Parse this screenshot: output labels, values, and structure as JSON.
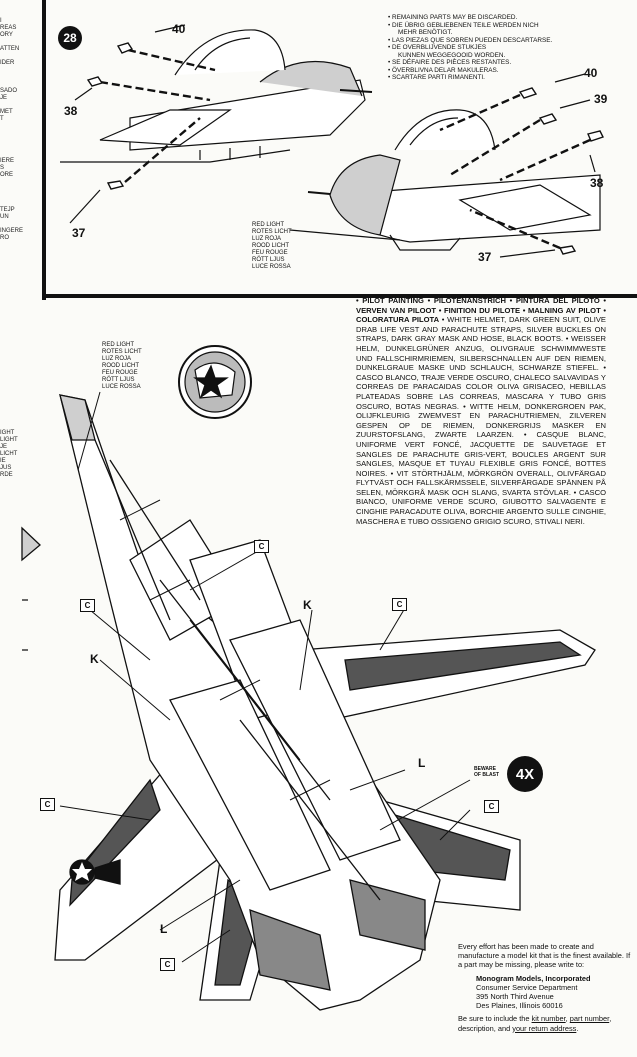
{
  "edge_text_top": [
    "I",
    "REAS",
    "ORY",
    "",
    "ATTEN",
    "",
    "IDER",
    "",
    "",
    "",
    "SADO",
    "JE",
    "",
    "MET",
    "T",
    "",
    "",
    "",
    "",
    "",
    "IERE",
    "S",
    "ORE",
    "",
    "",
    "",
    "",
    "TEJP",
    "UN",
    "",
    "INGERE",
    "RO"
  ],
  "edge_text_mid": [
    "IGHT",
    "LIGHT",
    "JE",
    "LICHT",
    "IE",
    "JUS",
    "RDE"
  ],
  "step": {
    "number": "28",
    "remaining_parts": [
      "• REMAINING PARTS MAY BE DISCARDED.",
      "• DIE ÜBRIG GEBLIEBENEN TEILE WERDEN NICH",
      "  MEHR BENÖTIGT.",
      "• LAS PIEZAS QUE SOBREN PUEDEN DESCARTARSE.",
      "• DE OVERBLIJVENDE STUKJES",
      "  KUNNEN WEGGEGOOID WORDEN.",
      "• SE DÉFAIRE DES PIÈCES RESTANTES.",
      "• ÖVERBLIVNA DELAR MAKULERAS.",
      "• SCARTARE PARTI RIMANENTI."
    ],
    "parts_left": {
      "p40": "40",
      "p38": "38",
      "p37": "37"
    },
    "parts_right": {
      "p40": "40",
      "p39": "39",
      "p38": "38",
      "p37": "37"
    },
    "red_light": [
      "RED LIGHT",
      "ROTES LICHT",
      "LUZ ROJA",
      "ROOD LICHT",
      "FEU ROUGE",
      "RÖTT LJUS",
      "LUCE ROSSA"
    ]
  },
  "red_light_2": [
    "RED LIGHT",
    "ROTES LICHT",
    "LUZ ROJA",
    "ROOD LICHT",
    "FEU ROUGE",
    "RÖTT LJUS",
    "LUCE ROSSA"
  ],
  "pilot_painting": {
    "heading": "• PILOT PAINTING • PILOTENANSTRICH • PINTURA DEL PILOTO • VERVEN VAN PILOOT • FINITION DU PILOTE • MALNING AV PILOT • COLORATURA PILOTA",
    "body": "• WHITE HELMET, DARK GREEN SUIT, OLIVE DRAB LIFE VEST AND PARACHUTE STRAPS, SILVER BUCKLES ON STRAPS, DARK GRAY MASK AND HOSE, BLACK BOOTS. • WEISSER HELM, DUNKELGRÜNER ANZUG, OLIVGRAUE SCHWIMMWESTE UND FALLSCHIRMRIEMEN, SILBERSCHNALLEN AUF DEN RIEMEN, DUNKELGRAUE MASKE UND SCHLAUCH, SCHWARZE STIEFEL. • CASCO BLANCO, TRAJE VERDE OSCURO, CHALECO SALVAVIDAS Y CORREAS DE PARACAIDAS COLOR OLIVA GRISACEO, HEBILLAS PLATEADAS SOBRE LAS CORREAS, MASCARA Y TUBO GRIS OSCURO, BOTAS NEGRAS. • WITTE HELM, DONKERGROEN PAK, OLIJFKLEURIG ZWEMVEST EN PARACHUTRIEMEN, ZILVEREN GESPEN OP DE RIEMEN, DONKERGRIJS MASKER EN ZUURSTOFSLANG, ZWARTE LAARZEN. • CASQUE BLANC, UNIFORME VERT FONCÉ, JACQUETTE DE SAUVETAGE ET SANGLES DE PARACHUTE GRIS-VERT, BOUCLES ARGENT SUR SANGLES, MASQUE ET TUYAU FLEXIBLE GRIS FONCÉ, BOTTES NOIRES. • VIT STÖRTHJÄLM, MÖRKGRÖN OVERALL, OLIVFÄRGAD FLYTVÄST OCH FALLSKÄRMSSELE, SILVERFÄRGADE SPÄNNEN PÅ SELEN, MÖRKGRÅ MASK OCH SLANG, SVARTA STÖVLAR. • CASCO BIANCO, UNIFORME VERDE SCURO, GIUBOTTO SALVAGENTE E CINGHIE PARACADUTE OLIVA, BORCHIE ARGENTO SULLE CINGHIE, MASCHERA E TUBO OSSIGENO GRIGIO SCURO, STIVALI NERI."
  },
  "callouts": {
    "c": "C",
    "k": "K",
    "l": "L"
  },
  "scale_badge": "4X",
  "beware": "BEWARE OF BLAST",
  "footer": {
    "intro": "Every effort has been made to create and manufacture a model kit that is the finest available. If a part may be missing, please write to:",
    "company": "Monogram Models, Incorporated",
    "dept": "Consumer Service Department",
    "street": "395 North Third Avenue",
    "city": "Des Plaines, Illinois 60016",
    "include_prefix": "Be sure to include the ",
    "kit_number": "kit number",
    "sep1": ", ",
    "part_number": "part number",
    "sep2": ",",
    "description": "description",
    "sep3": ", and ",
    "return_address": "your return address",
    "end": "."
  },
  "colors": {
    "ink": "#111111",
    "paper": "#fbfbf8",
    "shade": "#cfcfcf",
    "dark": "#555555"
  }
}
